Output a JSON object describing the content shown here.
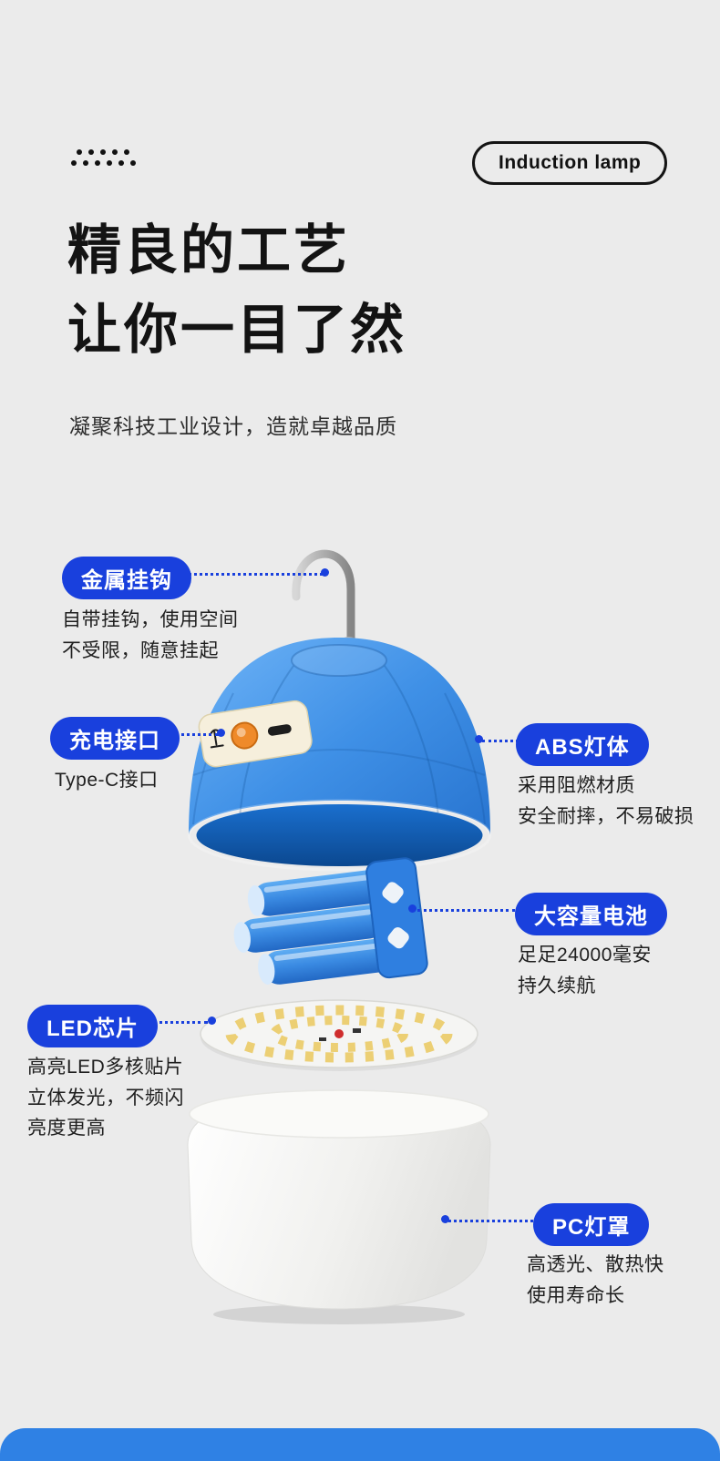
{
  "header": {
    "badge_label": "Induction lamp"
  },
  "hero": {
    "title_line1": "精良的工艺",
    "title_line2": "让你一目了然",
    "subtitle": "凝聚科技工业设计，造就卓越品质"
  },
  "callouts": [
    {
      "id": "metal-hook",
      "label": "金属挂钩",
      "desc": "自带挂钩，使用空间\n不受限，随意挂起"
    },
    {
      "id": "charging-port",
      "label": "充电接口",
      "desc": "Type-C接口"
    },
    {
      "id": "abs-body",
      "label": "ABS灯体",
      "desc": "采用阻燃材质\n安全耐摔，不易破损"
    },
    {
      "id": "battery",
      "label": "大容量电池",
      "desc": "足足24000毫安\n持久续航"
    },
    {
      "id": "led-chip",
      "label": "LED芯片",
      "desc": "高亮LED多核贴片\n立体发光，不频闪\n亮度更高"
    },
    {
      "id": "pc-shade",
      "label": "PC灯罩",
      "desc": "高透光、散热快\n使用寿命长"
    }
  ],
  "colors": {
    "background": "#ebebeb",
    "accent_blue": "#1940dd",
    "lamp_blue": "#3f90e6",
    "bottom_bar_blue": "#2f81e4"
  }
}
